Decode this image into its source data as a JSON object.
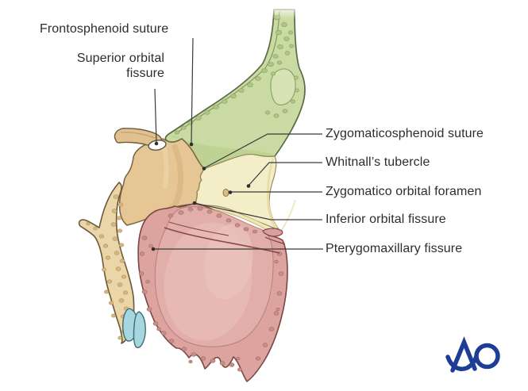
{
  "figure": {
    "type": "anatomical-diagram",
    "subject": "Lateral orbital wall and zygomaticomaxillary region, lateral view",
    "labels": {
      "frontosphenoid": "Frontosphenoid suture",
      "superior_orbital": "Superior orbital\nfissure",
      "zygomaticosphenoid": "Zygomaticosphenoid suture",
      "whitnalls": "Whitnall’s tubercle",
      "zygomatico_orbital_foramen": "Zygomatico orbital foramen",
      "inferior_orbital": "Inferior orbital fissure",
      "pterygomaxillary": "Pterygomaxillary fissure"
    },
    "logo": {
      "text": "AO",
      "color": "#1e3d96"
    },
    "colors": {
      "frontal_bone_green": "#c9daa2",
      "frontal_green_dark": "#bcd092",
      "sphenoid_tan": "#e5c694",
      "zygomatic_cream": "#f3edc8",
      "maxilla_pink": "#dca39f",
      "maxilla_pink_light": "#e2aeaa",
      "palatine_blue": "#a6d7e0",
      "pterygoid_tan": "#ead6a8",
      "leader_line": "#3a3a3a",
      "label_text": "#2d2d2d"
    }
  }
}
